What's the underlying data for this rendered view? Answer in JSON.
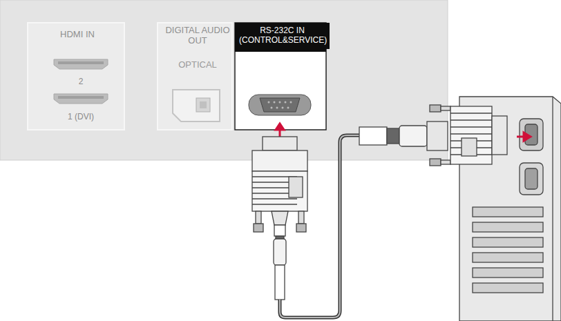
{
  "diagram": {
    "nodes": [
      {
        "text": [
          "HDMI IN"
        ]
      },
      {
        "text": [
          "DIGITAL AUDIO OUT",
          "OPTICAL"
        ]
      },
      {
        "text": [
          "RS-232C IN (CONTROL&SERVICE)"
        ]
      }
    ],
    "labels": [
      "2",
      "1 (DVI)"
    ]
  }
}
